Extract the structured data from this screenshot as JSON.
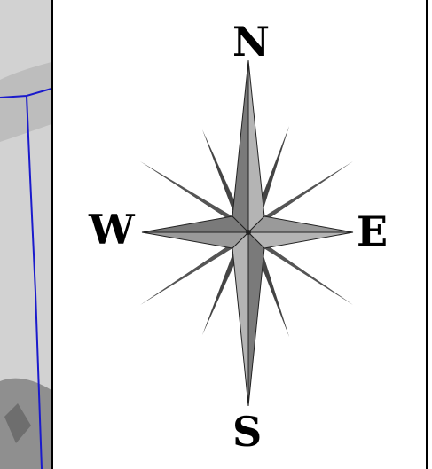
{
  "compass": {
    "north": "N",
    "south": "S",
    "east": "E",
    "west": "W"
  },
  "colors": {
    "boundary": "#1a1acc",
    "dark_point": "#333333",
    "mid_point": "#7a7a7a",
    "light_point": "#b4b4b4"
  },
  "icons": {
    "rose": "compass-rose-icon"
  }
}
